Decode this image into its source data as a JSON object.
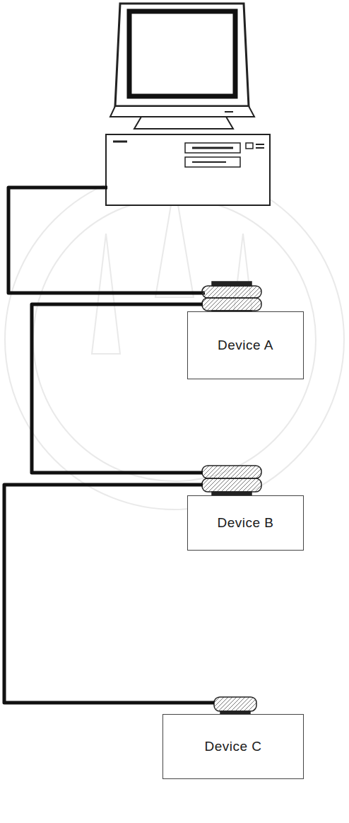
{
  "diagram": {
    "nodes": [
      {
        "text": [
          "Device A"
        ]
      },
      {
        "text": [
          "Device B"
        ]
      },
      {
        "text": [
          "Device C"
        ]
      }
    ],
    "edges": [
      {
        "from": 0,
        "to": 1,
        "arrow": "none"
      },
      {
        "from": 1,
        "to": 2,
        "arrow": "none"
      }
    ]
  }
}
